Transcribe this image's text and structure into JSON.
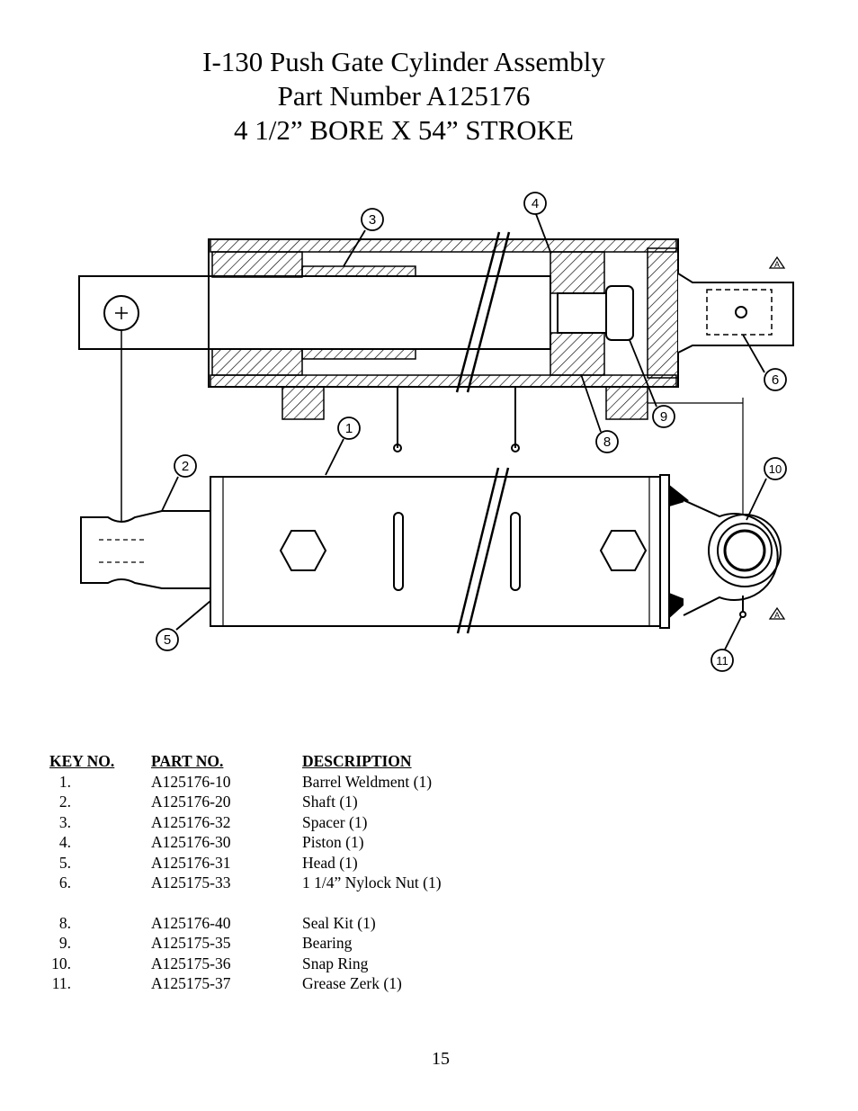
{
  "title": {
    "line1": "I-130 Push Gate Cylinder Assembly",
    "line2": "Part Number A125176",
    "line3": "4 1/2” BORE X 54” STROKE"
  },
  "diagram": {
    "callouts": [
      "1",
      "2",
      "3",
      "4",
      "5",
      "6",
      "8",
      "9",
      "10",
      "11"
    ],
    "section_marker": "A"
  },
  "parts_table": {
    "headers": {
      "key": "KEY NO.",
      "part": "PART NO.",
      "desc": "DESCRIPTION"
    },
    "rows": [
      {
        "key": "1.",
        "part": "A125176-10",
        "desc": "Barrel Weldment (1)"
      },
      {
        "key": "2.",
        "part": "A125176-20",
        "desc": "Shaft (1)"
      },
      {
        "key": "3.",
        "part": "A125176-32",
        "desc": "Spacer (1)"
      },
      {
        "key": "4.",
        "part": "A125176-30",
        "desc": "Piston (1)"
      },
      {
        "key": "5.",
        "part": "A125176-31",
        "desc": "Head (1)"
      },
      {
        "key": "6.",
        "part": "A125175-33",
        "desc": "1 1/4” Nylock Nut (1)"
      },
      {
        "key": "8.",
        "part": "A125176-40",
        "desc": "Seal Kit (1)"
      },
      {
        "key": "9.",
        "part": "A125175-35",
        "desc": "Bearing"
      },
      {
        "key": "10.",
        "part": "A125175-36",
        "desc": "Snap Ring"
      },
      {
        "key": "11.",
        "part": "A125175-37",
        "desc": "Grease Zerk (1)"
      }
    ]
  },
  "page_number": "15"
}
